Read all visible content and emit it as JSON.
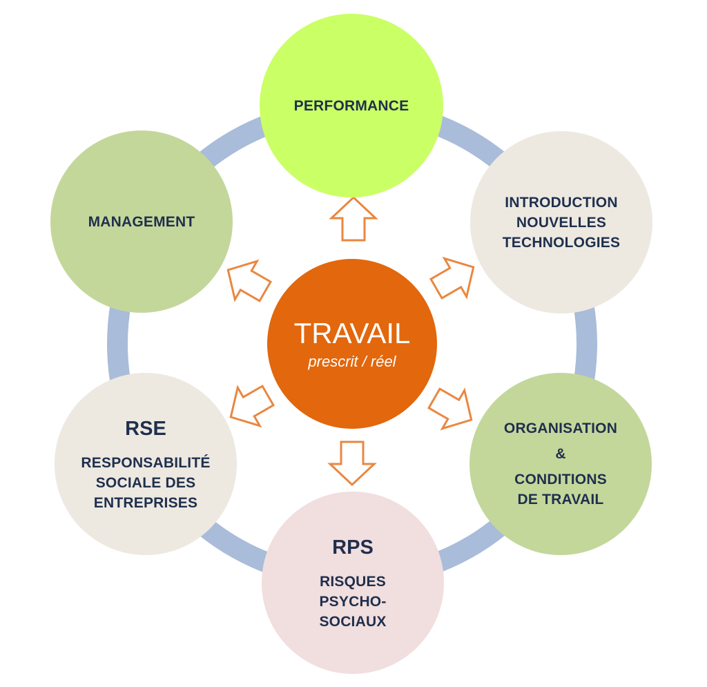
{
  "colors": {
    "ring": "#a9bcd9",
    "center_fill": "#e2670d",
    "arrow_stroke": "#e98740",
    "text_dark": "#1f2f4d",
    "performance": "#cbff66",
    "introduction": "#ede9e1",
    "organisation": "#c4d79b",
    "rps": "#f1dede",
    "rse": "#ede9e1",
    "management": "#c4d79b"
  },
  "center": {
    "title": "TRAVAIL",
    "subtitle": "prescrit / réel"
  },
  "nodes": {
    "performance": {
      "lines": [
        "PERFORMANCE"
      ]
    },
    "introduction": {
      "lines": [
        "INTRODUCTION",
        "NOUVELLES",
        "TECHNOLOGIES"
      ]
    },
    "organisation": {
      "lines": [
        "ORGANISATION",
        "&",
        "CONDITIONS",
        "DE TRAVAIL"
      ]
    },
    "rps": {
      "abbr": "RPS",
      "lines": [
        "RISQUES",
        "PSYCHO-",
        "SOCIAUX"
      ]
    },
    "rse": {
      "abbr": "RSE",
      "lines": [
        "RESPONSABILITÉ",
        "SOCIALE DES",
        "ENTREPRISES"
      ]
    },
    "management": {
      "lines": [
        "MANAGEMENT"
      ]
    }
  }
}
